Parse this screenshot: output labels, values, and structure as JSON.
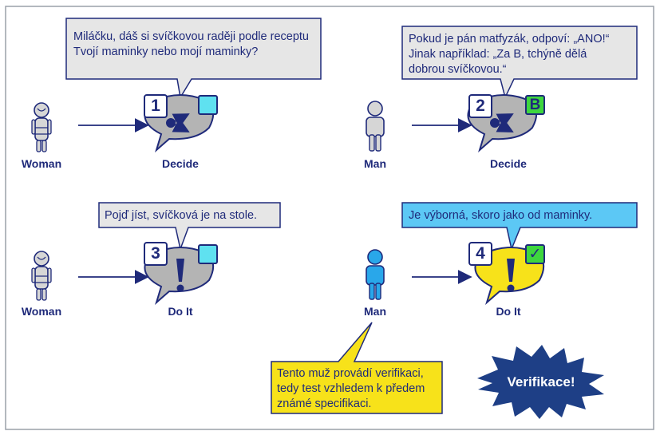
{
  "bubbles": {
    "b1": "Miláčku, dáš si svíčkovou raději podle receptu Tvojí maminky nebo mojí maminky?",
    "b2_line1": "Pokud je pán matfyzák, odpoví: „ANO!“",
    "b2_line2": "Jinak například: „Za B, tchýně dělá dobrou svíčkovou.“",
    "b3": "Pojď jíst, svíčková je na stole.",
    "b4": "Je výborná, skoro jako od maminky.",
    "b5": "Tento muž provádí verifikaci, tedy test vzhledem k předem známé specifikaci."
  },
  "actors": {
    "a1": "Woman",
    "a2": "Man",
    "a3": "Woman",
    "a4": "Man"
  },
  "actions": {
    "s1": "Decide",
    "s2": "Decide",
    "s3": "Do It",
    "s4": "Do It"
  },
  "steps": {
    "n1": "1",
    "n2": "2",
    "n3": "3",
    "n4": "4"
  },
  "badges": {
    "b": "B",
    "check": "✓"
  },
  "burst": "Verifikace!",
  "colors": {
    "frame": "#9aa0a8",
    "navy": "#1f2a7a",
    "gray_bubble": "#e6e6e6",
    "gray_speech": "#b4b4b4",
    "cyan": "#5fe1f0",
    "green": "#3ed63e",
    "blue_callout": "#5cc8f5",
    "yellow": "#f7e21a",
    "burst": "#1e3f86",
    "man_blue": "#29a7ea"
  },
  "icons": [
    "woman-icon",
    "man-icon",
    "arrow-icon",
    "decide-icon",
    "exclamation-icon",
    "check-icon"
  ]
}
